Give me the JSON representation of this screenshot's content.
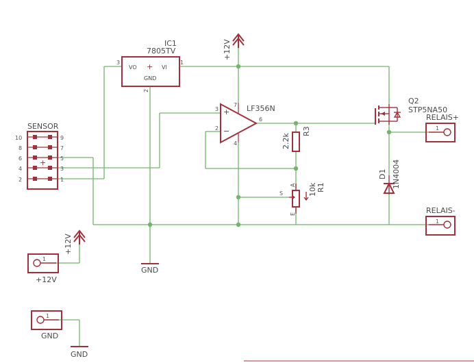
{
  "ic1": {
    "name": "IC1",
    "value": "7805TV",
    "vo": "VO",
    "vi": "VI",
    "gnd": "GND",
    "pin1": "1",
    "pin2": "2",
    "pin3": "3"
  },
  "opamp": {
    "value": "LF356N",
    "minus": "−",
    "plus": "+",
    "pin2": "2",
    "pin3": "3",
    "pin4": "4",
    "pin6": "6",
    "pin7": "7"
  },
  "supply_top": {
    "label": "+12V"
  },
  "supply_left": {
    "label": "+12V"
  },
  "q2": {
    "name": "Q2",
    "value": "STP5NA50"
  },
  "relais_plus": {
    "label": "RELAIS+",
    "pin": "1"
  },
  "relais_minus": {
    "label": "RELAIS-",
    "pin": "1"
  },
  "d1": {
    "name": "D1",
    "value": "1N4004"
  },
  "r3": {
    "name": "R3",
    "value": "2.2k"
  },
  "r1": {
    "name": "R1",
    "value": "10k",
    "pin_s": "S",
    "pin_a": "A",
    "pin_e": "E"
  },
  "sensor": {
    "label": "SENSOR",
    "left_pins": [
      "10",
      "8",
      "6",
      "4",
      "2"
    ],
    "right_pins": [
      "9",
      "7",
      "5",
      "3",
      "1"
    ]
  },
  "gnd_main": {
    "label": "GND"
  },
  "gnd_conn": {
    "label": "GND"
  },
  "gnd_bottom": {
    "label": "GND"
  },
  "conn_12v": {
    "label": "+12V",
    "pin": "1"
  },
  "conn_gnd": {
    "pin": "1"
  }
}
